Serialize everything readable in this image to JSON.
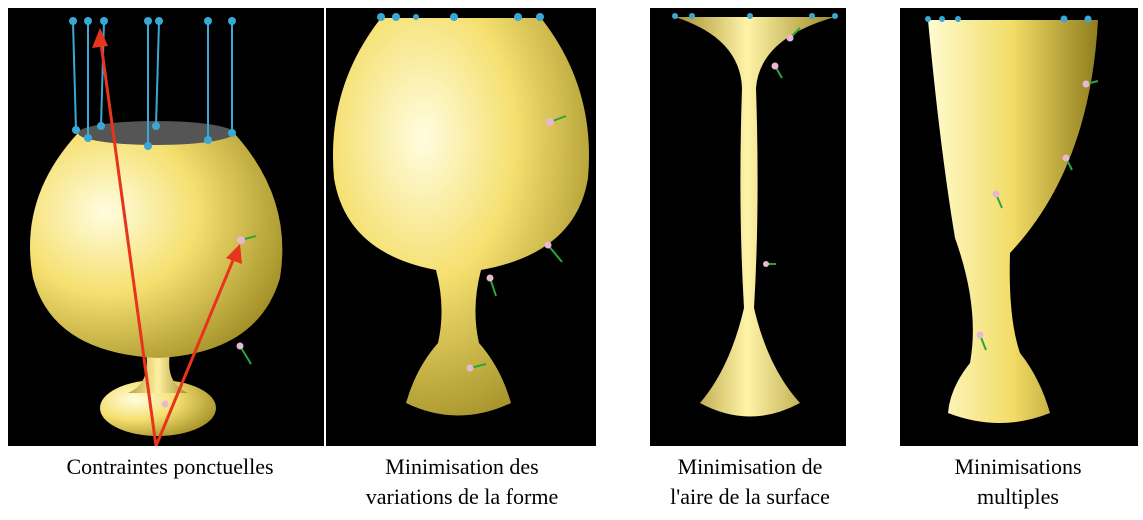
{
  "captions": {
    "p1": "Contraintes ponctuelles",
    "p2_line1": "Minimisation des",
    "p2_line2": "variations de la forme",
    "p3_line1": "Minimisation de",
    "p3_line2": "l'aire de la surface",
    "p4_line1": "Minimisations",
    "p4_line2": "multiples"
  },
  "colors": {
    "background": "#000000",
    "surface": "#f4e06a",
    "control_points": "#3aa8d6",
    "arrows": "#e8341c",
    "normals": "#2aa63a"
  }
}
